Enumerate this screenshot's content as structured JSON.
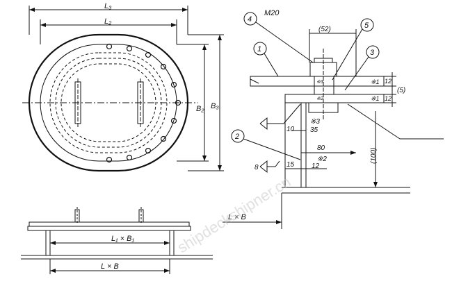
{
  "plan_view": {
    "dim_L3": "L₃",
    "dim_L2": "L₂",
    "dim_B2": "B₂",
    "dim_B3": "B₃"
  },
  "section_view": {
    "label_L1xB1": "L₁ × B₁",
    "label_LxB": "L × B"
  },
  "detail_view": {
    "callout_1": "1",
    "callout_2": "2",
    "callout_3": "3",
    "callout_4": "4",
    "callout_5": "5",
    "bolt_size": "M20",
    "dim_52": "(52)",
    "dim_12_upper": "12",
    "dim_12_lower": "12",
    "note_x1_upper": "※1",
    "note_x1_lower": "※1",
    "dim_5": "(5)",
    "dim_x3": "※3",
    "dim_10": "10",
    "dim_35": "35",
    "dim_80": "80",
    "dim_x2": "※2",
    "dim_100": "(100)",
    "dim_15": "15",
    "dim_12_bottom": "12",
    "weld_8": "8",
    "label_LxB": "L × B",
    "dim_x3_inline": "※3",
    "dim_x2_inline": "※2"
  },
  "watermark": "shipdeckshipner.cn"
}
